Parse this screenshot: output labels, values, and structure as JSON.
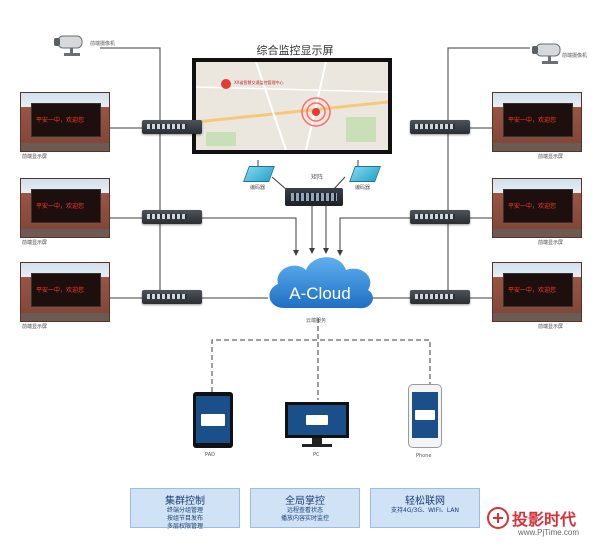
{
  "cameras": {
    "left_label": "前端摄像机",
    "right_label": "前端摄像机"
  },
  "display": {
    "title": "综合监控显示屏",
    "map_marker_text": "XX省智慧交通监控管理中心"
  },
  "billboards": {
    "screen_text": "平安一中，欢迎您",
    "labels": [
      "前端显示屏",
      "前端显示屏",
      "前端显示屏",
      "前端显示屏",
      "前端显示屏",
      "前端显示屏"
    ]
  },
  "devices": {
    "encoder_left": "编码器",
    "encoder_right": "编码器",
    "matrix": "矩阵",
    "cloud_label": "A-Cloud",
    "cloud_sub": "云端服务",
    "pad_label": "PAD",
    "pc_label": "PC",
    "phone_label": "Phone"
  },
  "features": [
    {
      "title": "集群控制",
      "lines": [
        "终端分组管理",
        "按组节目发布",
        "多层权限管理"
      ]
    },
    {
      "title": "全局掌控",
      "lines": [
        "远程查看状态",
        "播放内容实时监控"
      ]
    },
    {
      "title": "轻松联网",
      "lines": [
        "支持4G/3G、WIFI、LAN"
      ]
    }
  ],
  "watermark": {
    "brand": "投影时代",
    "url": "www.PjTime.com"
  },
  "colors": {
    "line": "#3d3d3d",
    "cloud": "#2e86d6",
    "box_fill": "#cfe2f6",
    "box_text": "#1e3f73",
    "watermark": "#d7313a"
  }
}
